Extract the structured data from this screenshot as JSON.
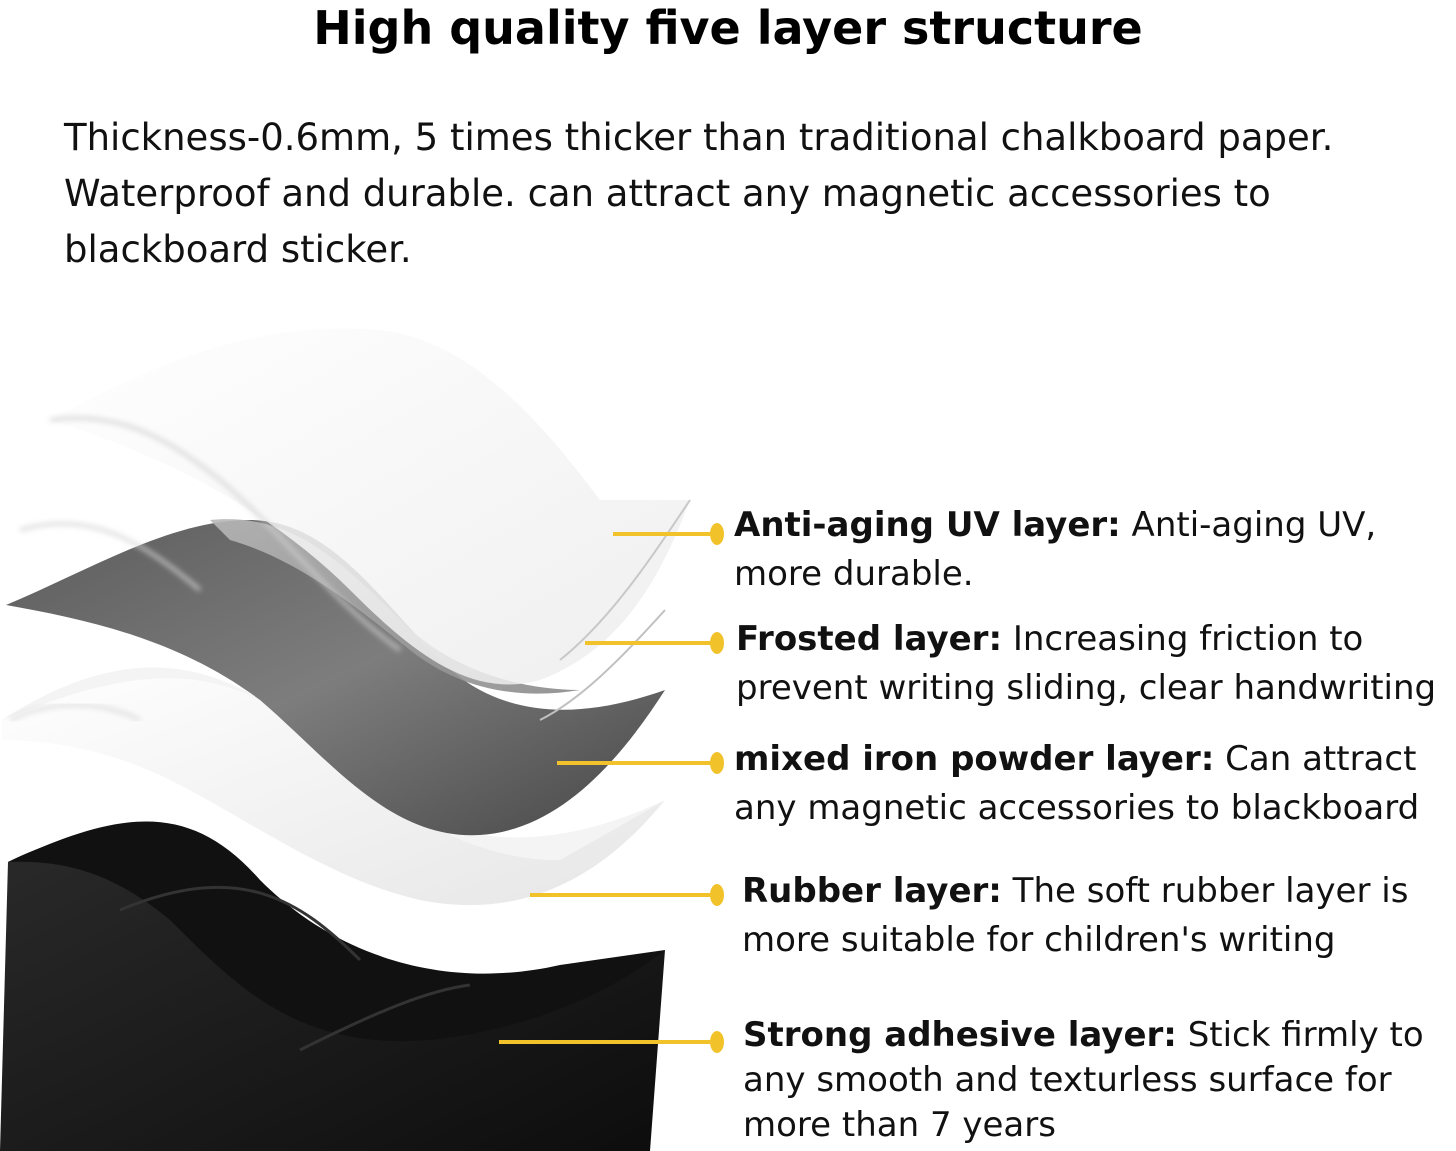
{
  "header": {
    "title": "High quality five layer structure",
    "intro": "Thickness-0.6mm, 5 times thicker than traditional chalkboard paper. Waterproof and durable. can attract any magnetic accessories to blackboard sticker."
  },
  "colors": {
    "accent": "#f2c22a",
    "uv_layer": "#f7f7f7",
    "frosted_layer": "#6f6f6f",
    "iron_layer": "#f1f1f1",
    "rubber_layer": "#1c1c1c"
  },
  "layers": [
    {
      "term": "Anti-aging UV layer:",
      "description": " Anti-aging UV, more durable."
    },
    {
      "term": "Frosted layer:",
      "description": " Increasing friction to prevent writing sliding, clear handwriting"
    },
    {
      "term": "mixed iron powder layer:",
      "description": " Can attract any magnetic accessories to blackboard"
    },
    {
      "term": "Rubber layer:",
      "description": " The soft rubber layer is more suitable for children's writing"
    },
    {
      "term": "Strong adhesive layer:",
      "description": " Stick firmly to any smooth and texturless surface for more than 7 years"
    }
  ]
}
